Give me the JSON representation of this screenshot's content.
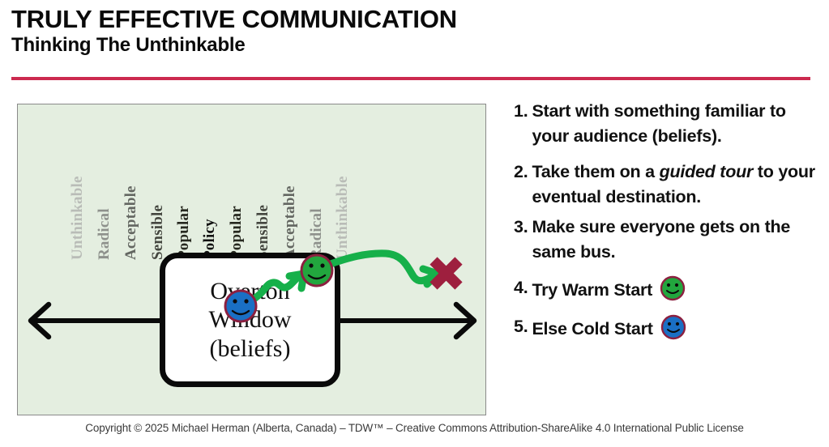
{
  "header": {
    "title": "TRULY EFFECTIVE COMMUNICATION",
    "subtitle": "Thinking The Unthinkable",
    "rule_color": "#cc2a4f"
  },
  "diagram": {
    "panel_color": "#e4eee0",
    "panel_border_color": "#8a8a8a",
    "box": {
      "line1": "Overton",
      "line2": "Window",
      "line3": "(beliefs)"
    },
    "spectrum_left": [
      {
        "label": "Unthinkable",
        "color": "#b9bcb7"
      },
      {
        "label": "Radical",
        "color": "#8e918c"
      },
      {
        "label": "Acceptable",
        "color": "#636661"
      },
      {
        "label": "Sensible",
        "color": "#44463f"
      },
      {
        "label": "Popular",
        "color": "#26281f"
      },
      {
        "label": "Policy",
        "color": "#111111"
      }
    ],
    "spectrum_right": [
      {
        "label": "Popular",
        "color": "#26281f"
      },
      {
        "label": "Sensible",
        "color": "#44463f"
      },
      {
        "label": "Acceptable",
        "color": "#636661"
      },
      {
        "label": "Radical",
        "color": "#8e918c"
      },
      {
        "label": "Unthinkable",
        "color": "#b9bcb7"
      }
    ],
    "markers": {
      "warm_start_face_color": "#22a63e",
      "cold_start_face_color": "#1a6fc4",
      "face_outline_color": "#8c2040",
      "path_color": "#16b04a",
      "target_x_color": "#9e1f3e",
      "axis_color": "#0a0a0a"
    }
  },
  "steps": [
    {
      "num": "1.",
      "text": "Start with something familiar to your audience (beliefs).",
      "icon": ""
    },
    {
      "num": "2.",
      "text_before": "Take them on a ",
      "text_italic": "guided tour",
      "text_after": " to your eventual destination.",
      "icon": ""
    },
    {
      "num": "3.",
      "text": "Make sure everyone gets on the same bus.",
      "icon": ""
    },
    {
      "num": "4.",
      "text": "Try Warm Start",
      "icon": "green-smiley-icon"
    },
    {
      "num": "5.",
      "text": "Else Cold Start",
      "icon": "blue-smiley-icon"
    }
  ],
  "footer": {
    "text": "Copyright © 2025 Michael Herman (Alberta, Canada) – TDW™ – Creative Commons Attribution-ShareAlike 4.0 International Public License"
  }
}
